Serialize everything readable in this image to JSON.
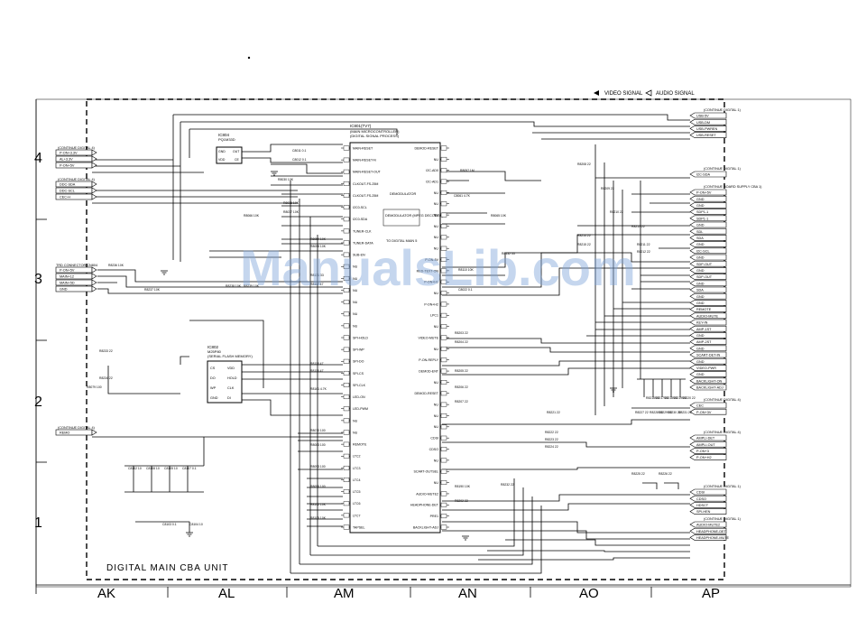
{
  "legend": {
    "video": "VIDEO SIGNAL",
    "audio": "AUDIO SIGNAL"
  },
  "title": "DIGITAL MAIN CBA UNIT",
  "watermark": "ManualsLib.com",
  "rows": [
    "4",
    "3",
    "2",
    "1"
  ],
  "columns": [
    "AK",
    "AL",
    "AM",
    "AN",
    "AO",
    "AP"
  ],
  "main_ic": {
    "ref": "IC801(TV7)",
    "desc1": "(MAIN MICROCONTROLLER)",
    "desc2": "(DIGITAL SIGNAL PROCESS)",
    "block1": "DEMODULATOR",
    "block2": "DEMODULATOR (MPEG DECODER)",
    "block3": "TO DIGITAL MAIN 5"
  },
  "ic_reg": {
    "ref": "IC804",
    "part": "PQ1M33D",
    "pins": [
      "GND",
      "OUT",
      "VDD",
      "CE"
    ]
  },
  "ic_flash": {
    "ref": "IC802",
    "part": "M25P80",
    "desc": "(SERIAL FLASH MEMORY)",
    "pins_l": [
      "CS",
      "DO",
      "WP",
      "GND"
    ],
    "pins_r": [
      "VDD",
      "HOLD",
      "CLK",
      "DI"
    ]
  },
  "left_connectors": [
    {
      "head": "(CONTINUE DIGITAL 4)",
      "pins": [
        "P-ON+3.3V",
        "AL+3.3V",
        "P-ON+5V"
      ]
    },
    {
      "head": "(CONTINUE DIGITAL 4)",
      "pins": [
        "DDC-SDA",
        "DDC-SCL",
        "CEC-H"
      ]
    },
    {
      "head": "TRD CONNECTOR CN804",
      "pins": [
        "P-ON+5V",
        "MAIN+12",
        "MAIN+5D",
        "GND"
      ]
    },
    {
      "head": "(CONTINUE DIGITAL 4)",
      "pins": [
        "REMO"
      ]
    }
  ],
  "main_left_pins": [
    "MAIN-RESET",
    "MAIN-RESET-N",
    "MAIN-RESET-OUT",
    "CLKOUT-FS-25M",
    "CLKOUT-FS-25M",
    "I2C0-SCL",
    "I2C0-SDA",
    "TUNER-CLK",
    "TUNER-DATA",
    "SUB-EN",
    "NU",
    "NU",
    "NU",
    "NU",
    "NU",
    "NU",
    "SPI-HOLD",
    "SPI-WP",
    "SPI-DO",
    "SPI-CS",
    "SPI-CLK",
    "LED-ON",
    "LED-PWM",
    "NU",
    "NU",
    "REMOTE",
    "LTC2",
    "LTC3",
    "LTC4",
    "LTC5",
    "LTC6",
    "LTC7",
    "TAPSEL"
  ],
  "main_right_pins": [
    "DEMOD-RESET",
    "NU",
    "I2C-AD0",
    "I2C-AD1",
    "NU",
    "NU",
    "NU",
    "NU",
    "NU",
    "NU",
    "P-ON-5V",
    "RED-TEXT-ON",
    "P-ON+H1",
    "NU",
    "P-ON+H2",
    "LPC1",
    "NU",
    "VIDEO-MUTE",
    "NU",
    "P-ON-REPLY",
    "DEMOD-ENT",
    "NU",
    "DEMOD-RESET",
    "NU",
    "NU",
    "NU",
    "CDSI",
    "CDSO",
    "NU",
    "SCART-OUTSEL",
    "NU",
    "AUDIO-MUTE2",
    "HEADPHONE-DET",
    "PRE1",
    "BACKLIGHT-ADJ"
  ],
  "right_groups": [
    {
      "head": "(CONTINUE DIGITAL 1)",
      "pins": [
        "USB-5V",
        "USB-DM",
        "USB-PWREN",
        "USB-RESET"
      ]
    },
    {
      "head": "(CONTINUE DIGITAL 1)",
      "pins": [
        "I2C-SDA"
      ]
    },
    {
      "head": "(CONTINUE BOARD SUPPLY CBA 1)",
      "pins": [
        "P-ON+5V",
        "GND",
        "GND",
        "SDP1-1",
        "SDP1-1",
        "GND",
        "SDL",
        "SDA",
        "GND",
        "I2C-SCL",
        "GND",
        "SDP-OUT",
        "GND",
        "SDP-OUT",
        "GND",
        "SDA",
        "GND",
        "GND",
        "REMOTE",
        "AUDIO-MUTE",
        "KEY-IN",
        "AMP-1ST",
        "GND",
        "AMP-2ST",
        "GND",
        "SCART-DET-IN",
        "GND",
        "VIDEO-PWR",
        "GND",
        "BACKLIGHT-ON",
        "BACKLIGHT-ADJ"
      ]
    },
    {
      "head": "(CONTINUE DIGITAL 4)",
      "pins": [
        "CEC",
        "P-ON+3V"
      ]
    },
    {
      "head": "(CONTINUE DIGITAL 4)",
      "pins": [
        "AMPLI-DET",
        "AMPLI-OUT",
        "P-ON+3",
        "P-ON+H2"
      ]
    },
    {
      "head": "(CONTINUE DIGITAL 1)",
      "pins": [
        "CDSI",
        "CDSO",
        "HDSCT",
        "SPI-HEN"
      ]
    },
    {
      "head": "(CONTINUE DIGITAL 1)",
      "pins": [
        "AUDIO-MUTE2",
        "HEADPHONE-DET",
        "HEADPHONE-MUTE"
      ]
    }
  ],
  "components": [
    "R8066 10K",
    "R8054 10K",
    "R8055 10K",
    "C8011 0.1",
    "C8012 0.1",
    "R8030 10K",
    "R8036 10K",
    "R8037 10K",
    "R8057 1M",
    "C8061 4.7K",
    "R8065 10K",
    "R8132 33",
    "R8131 33",
    "R8117 47",
    "R8118 47",
    "R8116 47",
    "R8161 4.7K",
    "R8079 100",
    "R8070 100",
    "R8083 100",
    "R8093 100",
    "R8096 100",
    "R8102 10K",
    "R8105 10K",
    "R8110 10K",
    "C8022 0.1",
    "C8102 10",
    "C8108 10",
    "C8105 10",
    "C8107 0.1",
    "C8103 0.1",
    "C8104 10",
    "R8190 10K",
    "R8202 22",
    "R8203 22",
    "R8204 22",
    "R8205 22",
    "R8206 22",
    "R8207 22",
    "R8208 22",
    "R8209 22",
    "R8210 22",
    "R8211 22",
    "R8212 22",
    "R8213 22",
    "R8214 22",
    "R8215 22",
    "R8216 22",
    "R8217 22",
    "R8218 22",
    "R8219 22",
    "R8220 22",
    "R8221 22",
    "R8222 22",
    "R8223 22",
    "R8224 22",
    "R8225 22",
    "R8226 22",
    "R8227 22",
    "R8228 22",
    "R8229 22",
    "R8230 22",
    "R8231 22",
    "R8232 22",
    "R8233 22",
    "R8234 22",
    "R8236 10K",
    "R8237 10K",
    "R8238 10K",
    "R8239 10K"
  ]
}
